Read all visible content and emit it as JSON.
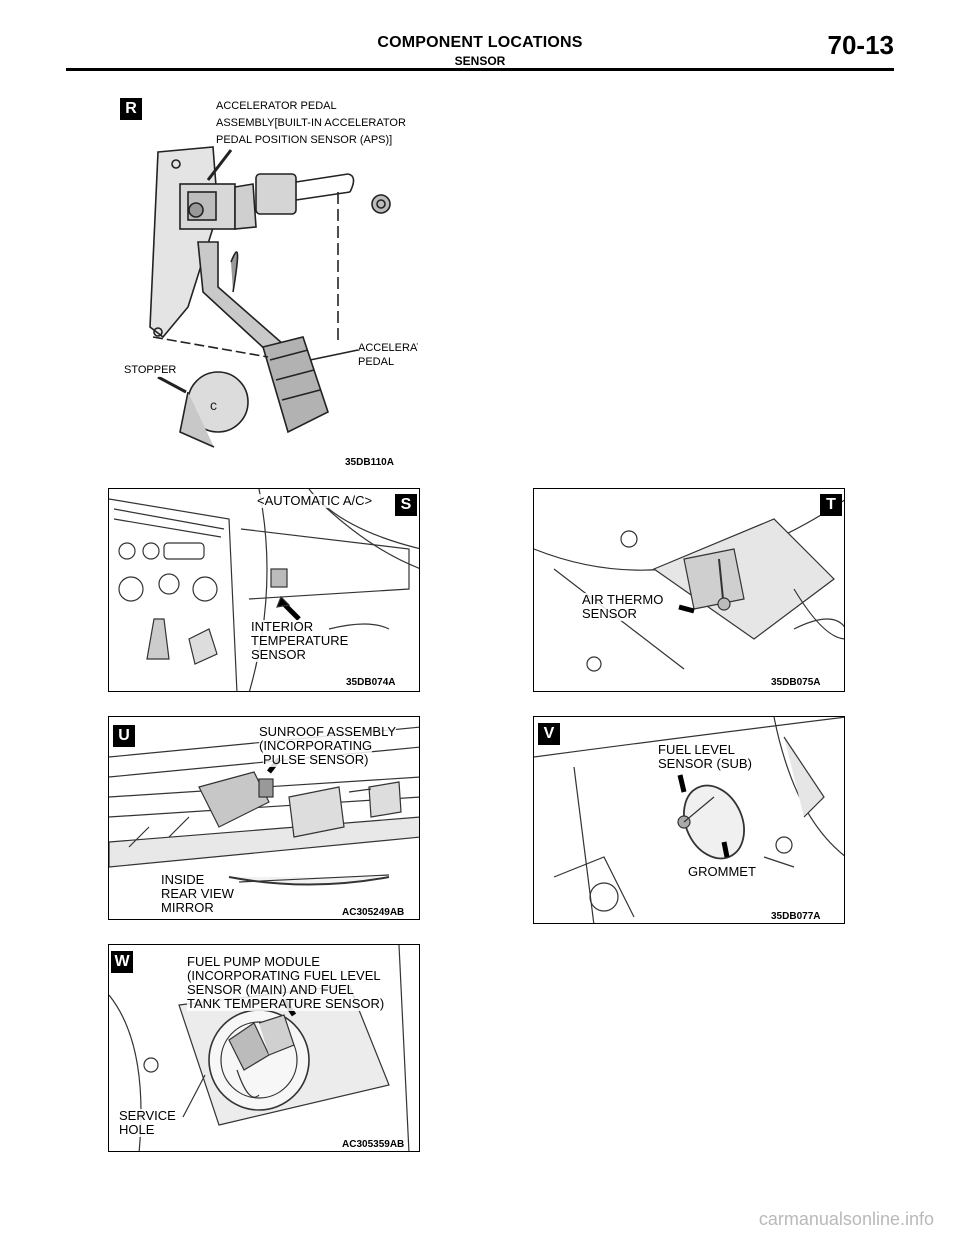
{
  "header": {
    "title": "COMPONENT LOCATIONS",
    "subtitle": "SENSOR",
    "page_number": "70-13"
  },
  "figures": {
    "r": {
      "badge": "R",
      "label_assembly_1": "ACCELERATOR PEDAL",
      "label_assembly_2": "ASSEMBLY[BUILT-IN ACCELERATOR",
      "label_assembly_3": "PEDAL POSITION SENSOR (APS)]",
      "label_pedal_1": "ACCELERATOR",
      "label_pedal_2": "PEDAL",
      "label_stopper": "STOPPER",
      "code": "35DB110A"
    },
    "s": {
      "badge": "S",
      "title": "<AUTOMATIC A/C>",
      "label_1": "INTERIOR",
      "label_2": "TEMPERATURE",
      "label_3": "SENSOR",
      "code": "35DB074A"
    },
    "t": {
      "badge": "T",
      "label_1": "AIR THERMO",
      "label_2": "SENSOR",
      "code": "35DB075A"
    },
    "u": {
      "badge": "U",
      "label_sunroof_1": "SUNROOF ASSEMBLY",
      "label_sunroof_2": "(INCORPORATING",
      "label_sunroof_3": "PULSE SENSOR)",
      "label_mirror_1": "INSIDE",
      "label_mirror_2": "REAR VIEW",
      "label_mirror_3": "MIRROR",
      "code": "AC305249AB"
    },
    "v": {
      "badge": "V",
      "label_fuel_1": "FUEL LEVEL",
      "label_fuel_2": "SENSOR (SUB)",
      "label_grommet": "GROMMET",
      "code": "35DB077A"
    },
    "w": {
      "badge": "W",
      "label_pump_1": "FUEL PUMP MODULE",
      "label_pump_2": "(INCORPORATING FUEL LEVEL",
      "label_pump_3": "SENSOR (MAIN) AND FUEL",
      "label_pump_4": "TANK TEMPERATURE SENSOR)",
      "label_hole_1": "SERVICE",
      "label_hole_2": "HOLE",
      "code": "AC305359AB"
    }
  },
  "watermark": "carmanualsonline.info"
}
